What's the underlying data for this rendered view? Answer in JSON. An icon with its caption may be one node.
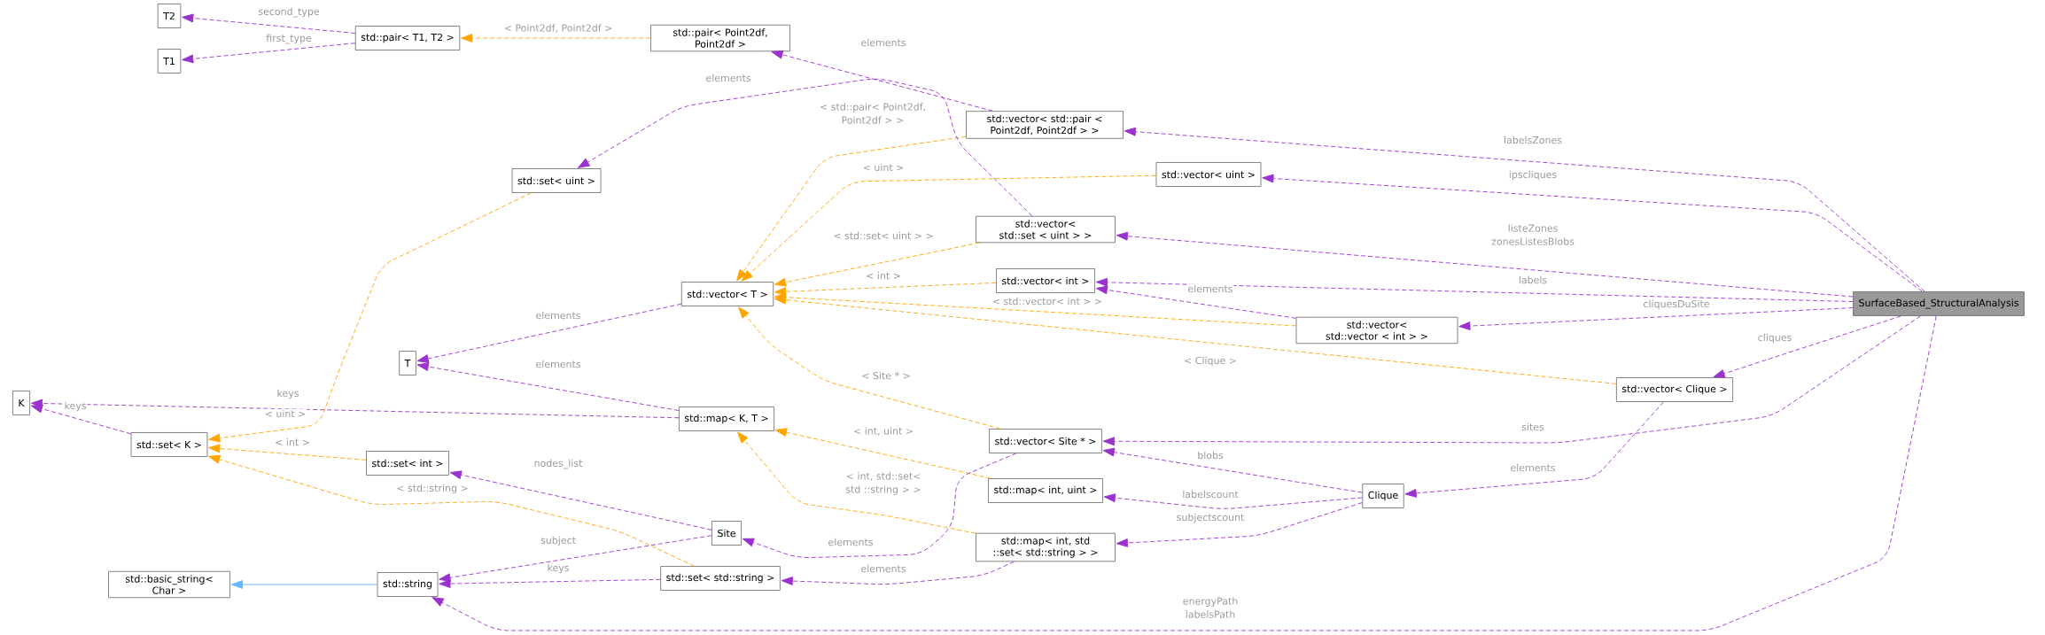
{
  "diagram": {
    "nodes": [
      {
        "text": [
          "T2"
        ]
      },
      {
        "text": [
          "T1"
        ]
      },
      {
        "text": [
          "std::pair< T1, T2 >"
        ]
      },
      {
        "text": [
          "std::pair< Point2df, Point2df >"
        ]
      },
      {
        "text": [
          "std::vector< std::pair < Point2df, Point2df > >"
        ]
      },
      {
        "text": [
          "std::vector< uint >"
        ]
      },
      {
        "text": [
          "std::set< uint >"
        ]
      },
      {
        "text": [
          "std::vector< std::set < uint > >"
        ]
      },
      {
        "text": [
          "std::vector< int >"
        ]
      },
      {
        "text": [
          "std::vector< T >"
        ]
      },
      {
        "text": [
          "SurfaceBased_StructuralAnalysis"
        ]
      },
      {
        "text": [
          "std::vector< std::vector < int > >"
        ]
      },
      {
        "text": [
          "T"
        ]
      },
      {
        "text": [
          "K"
        ]
      },
      {
        "text": [
          "std::map< K, T >"
        ]
      },
      {
        "text": [
          "std::vector< Clique >"
        ]
      },
      {
        "text": [
          "std::set< K >"
        ]
      },
      {
        "text": [
          "std::vector< Site * >"
        ]
      },
      {
        "text": [
          "std::set< int >"
        ]
      },
      {
        "text": [
          "std::map< int, uint >"
        ]
      },
      {
        "text": [
          "Clique"
        ]
      },
      {
        "text": [
          "Site"
        ]
      },
      {
        "text": [
          "std::map< int, std ::set< std::string > >"
        ]
      },
      {
        "text": [
          "std::basic_string< Char >"
        ]
      },
      {
        "text": [
          "std::string"
        ]
      },
      {
        "text": [
          "std::set< std::string >"
        ]
      }
    ],
    "edges": [
      {
        "from": 2,
        "to": 0,
        "arrow": "to",
        "label": "second_type",
        "style": "dashed"
      },
      {
        "from": 2,
        "to": 1,
        "arrow": "to",
        "label": "first_type",
        "style": "dashed"
      },
      {
        "from": 3,
        "to": 2,
        "arrow": "to",
        "label": "< Point2df, Point2df >",
        "style": "dashed",
        "color": "#ffa500"
      },
      {
        "from": 4,
        "to": 3,
        "arrow": "to",
        "label": "elements",
        "style": "dashed"
      },
      {
        "from": 4,
        "to": 9,
        "arrow": "to",
        "label": "< std::pair< Point2df, Point2df > >",
        "style": "dashed",
        "color": "#ffa500"
      },
      {
        "from": 10,
        "to": 4,
        "arrow": "to",
        "label": "labelsZones",
        "style": "dashed"
      },
      {
        "from": 7,
        "to": 6,
        "arrow": "to",
        "label": "elements",
        "style": "dashed"
      },
      {
        "from": 5,
        "to": 9,
        "arrow": "to",
        "label": "< uint >",
        "style": "dashed",
        "color": "#ffa500"
      },
      {
        "from": 10,
        "to": 5,
        "arrow": "to",
        "label": "ipscliques",
        "style": "dashed"
      },
      {
        "from": 7,
        "to": 9,
        "arrow": "to",
        "label": "< std::set< uint > >",
        "style": "dashed",
        "color": "#ffa500"
      },
      {
        "from": 10,
        "to": 7,
        "arrow": "to",
        "label": "listeZones zonesListesBlobs",
        "style": "dashed"
      },
      {
        "from": 8,
        "to": 9,
        "arrow": "to",
        "label": "< int >",
        "style": "dashed",
        "color": "#ffa500"
      },
      {
        "from": 10,
        "to": 8,
        "arrow": "to",
        "label": "labels",
        "style": "dashed"
      },
      {
        "from": 11,
        "to": 8,
        "arrow": "to",
        "label": "elements",
        "style": "dashed"
      },
      {
        "from": 11,
        "to": 9,
        "arrow": "to",
        "label": "< std::vector< int > >",
        "style": "dashed",
        "color": "#ffa500"
      },
      {
        "from": 10,
        "to": 11,
        "arrow": "to",
        "label": "cliquesDuSite",
        "style": "dashed"
      },
      {
        "from": 9,
        "to": 12,
        "arrow": "to",
        "label": "elements",
        "style": "dashed"
      },
      {
        "from": 14,
        "to": 12,
        "arrow": "to",
        "label": "elements",
        "style": "dashed"
      },
      {
        "from": 14,
        "to": 13,
        "arrow": "to",
        "label": "keys",
        "style": "dashed"
      },
      {
        "from": 16,
        "to": 13,
        "arrow": "to",
        "label": "keys",
        "style": "dashed"
      },
      {
        "from": 6,
        "to": 16,
        "arrow": "to",
        "label": "< uint >",
        "style": "dashed",
        "color": "#ffa500"
      },
      {
        "from": 15,
        "to": 9,
        "arrow": "to",
        "label": "< Clique >",
        "style": "dashed",
        "color": "#ffa500"
      },
      {
        "from": 10,
        "to": 15,
        "arrow": "to",
        "label": "cliques",
        "style": "dashed"
      },
      {
        "from": 17,
        "to": 9,
        "arrow": "to",
        "label": "< Site * >",
        "style": "dashed",
        "color": "#ffa500"
      },
      {
        "from": 10,
        "to": 17,
        "arrow": "to",
        "label": "sites",
        "style": "dashed"
      },
      {
        "from": 19,
        "to": 14,
        "arrow": "to",
        "label": "< int, uint >",
        "style": "dashed",
        "color": "#ffa500"
      },
      {
        "from": 18,
        "to": 16,
        "arrow": "to",
        "label": "< int >",
        "style": "dashed",
        "color": "#ffa500"
      },
      {
        "from": 20,
        "to": 17,
        "arrow": "to",
        "label": "blobs",
        "style": "dashed"
      },
      {
        "from": 22,
        "to": 14,
        "arrow": "to",
        "label": "< int, std::set< std ::string > >",
        "style": "dashed",
        "color": "#ffa500"
      },
      {
        "from": 15,
        "to": 20,
        "arrow": "to",
        "label": "elements",
        "style": "dashed"
      },
      {
        "from": 21,
        "to": 18,
        "arrow": "to",
        "label": "nodes_list",
        "style": "dashed"
      },
      {
        "from": 20,
        "to": 19,
        "arrow": "to",
        "label": "labelscount",
        "style": "dashed"
      },
      {
        "from": 25,
        "to": 16,
        "arrow": "to",
        "label": "< std::string >",
        "style": "dashed",
        "color": "#ffa500"
      },
      {
        "from": 20,
        "to": 22,
        "arrow": "to",
        "label": "subjectscount",
        "style": "dashed"
      },
      {
        "from": 17,
        "to": 21,
        "arrow": "to",
        "label": "elements",
        "style": "dashed"
      },
      {
        "from": 21,
        "to": 24,
        "arrow": "to",
        "label": "subject",
        "style": "dashed"
      },
      {
        "from": 22,
        "to": 25,
        "arrow": "to",
        "label": "elements",
        "style": "dashed"
      },
      {
        "from": 25,
        "to": 24,
        "arrow": "to",
        "label": "keys",
        "style": "dashed"
      },
      {
        "from": 24,
        "to": 23,
        "arrow": "to",
        "color": "#63b8ff"
      },
      {
        "from": 10,
        "to": 24,
        "arrow": "to",
        "label": "energyPath labelsPath",
        "style": "dashed"
      }
    ]
  }
}
